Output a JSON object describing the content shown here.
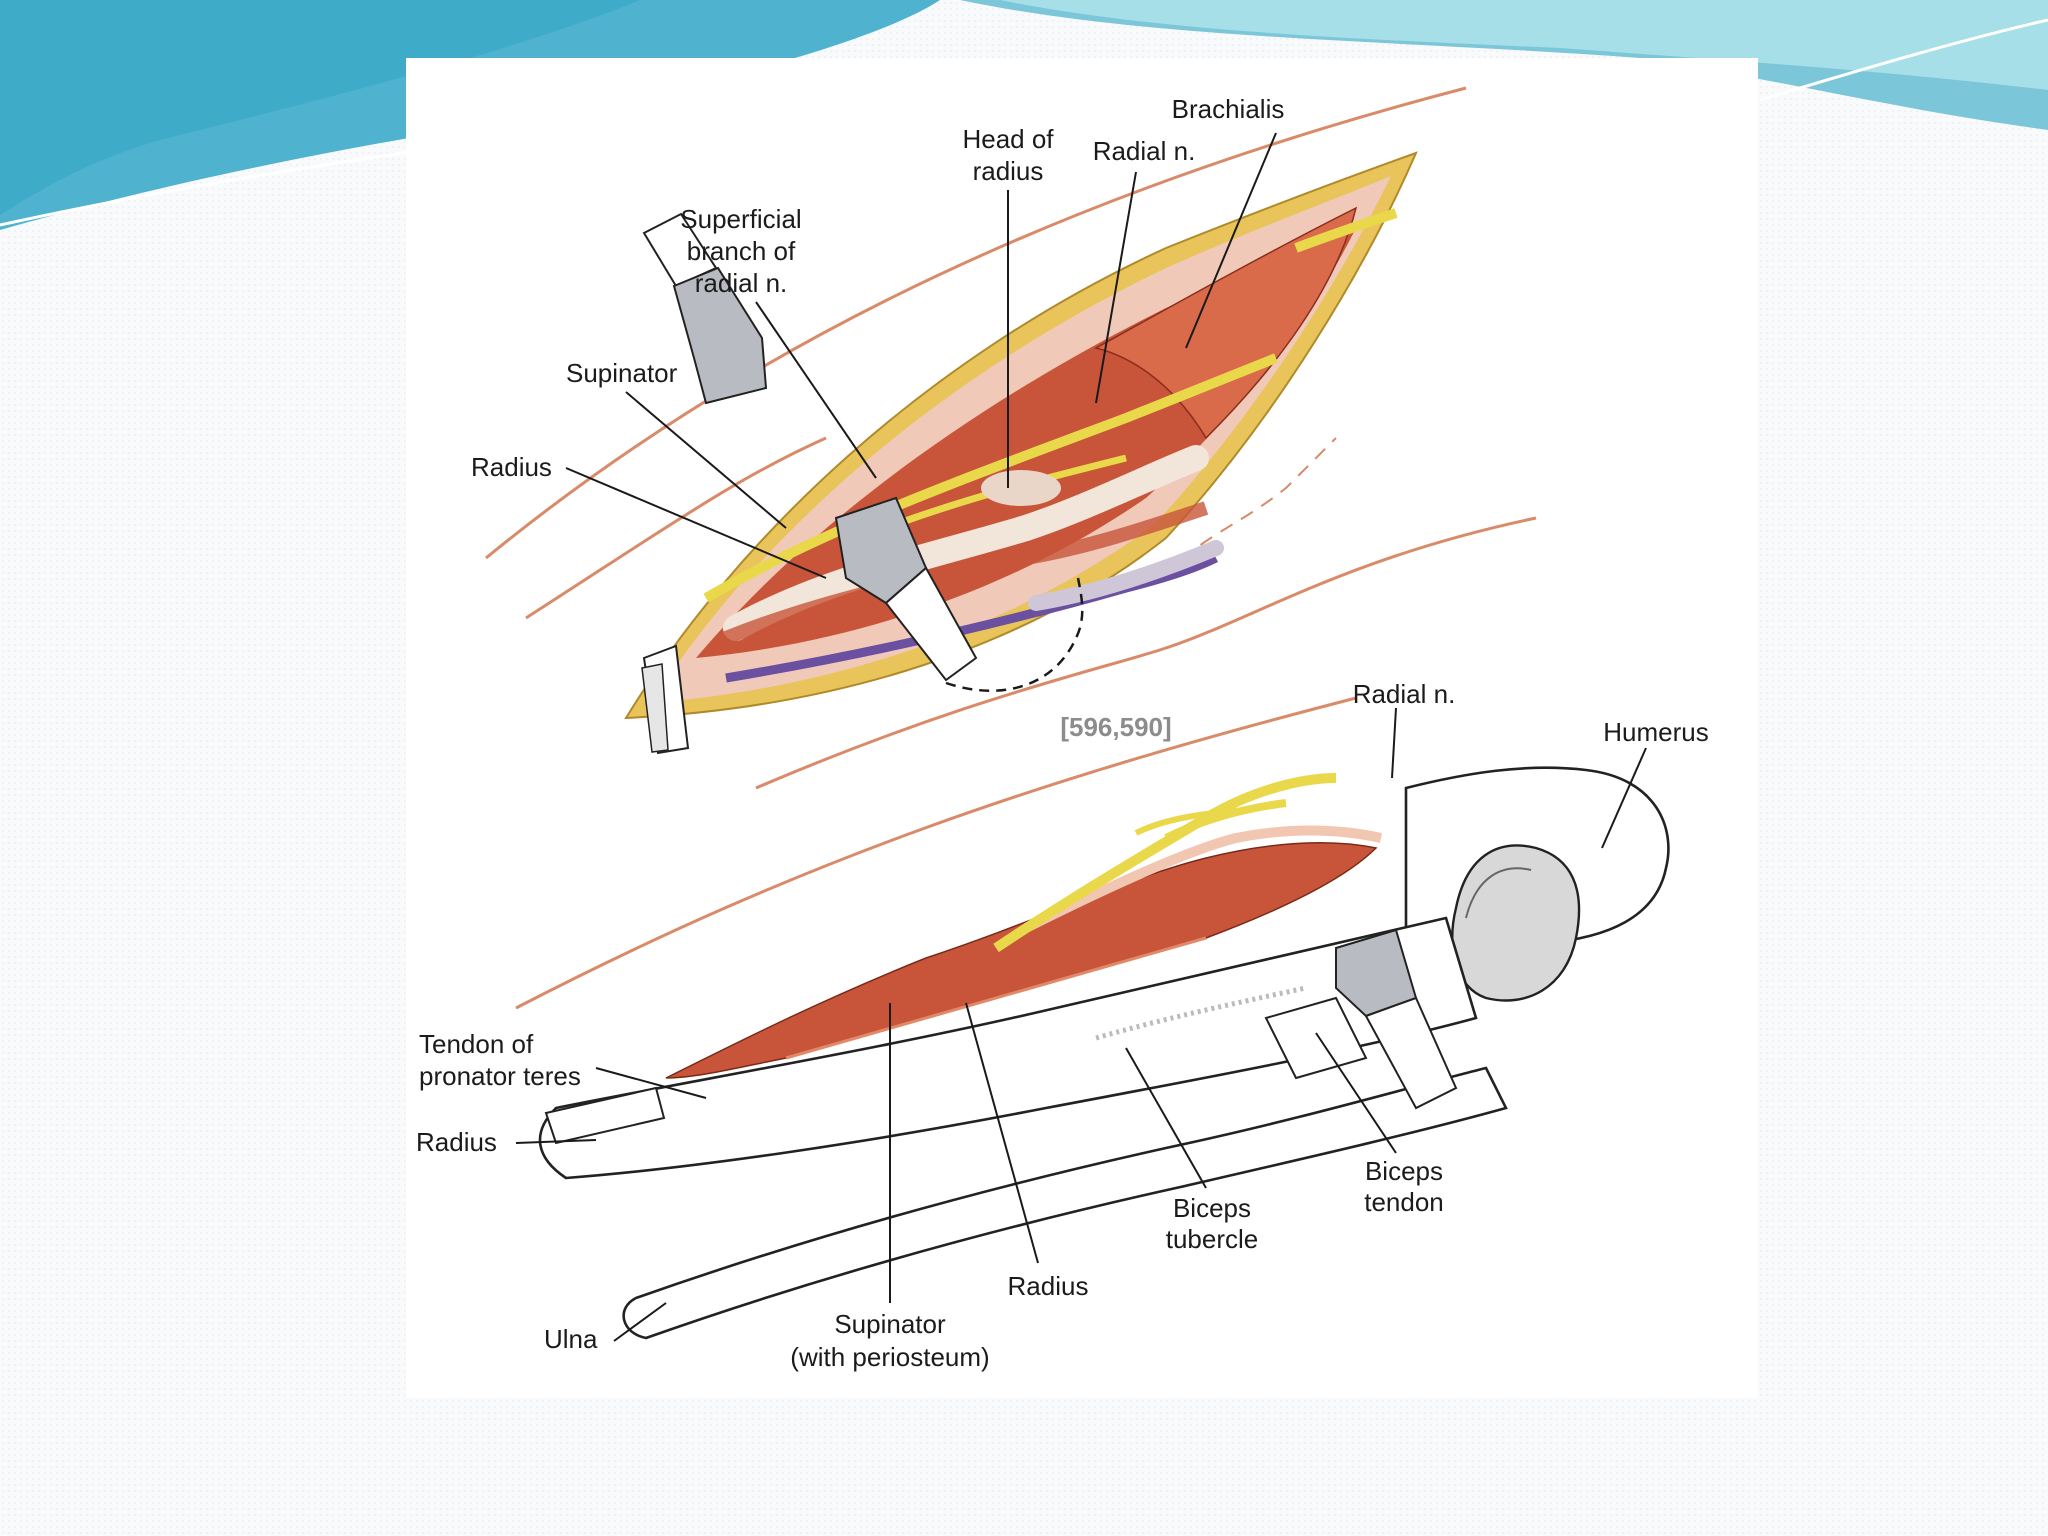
{
  "slide": {
    "colors": {
      "banner_dark": "#4fb3cf",
      "banner_light": "#9fdbe6",
      "background": "#f9fafb"
    }
  },
  "figure": {
    "reference": "[596,590]",
    "upper_labels": {
      "brachialis": "Brachialis",
      "head_of_radius": [
        "Head of",
        "radius"
      ],
      "radial_n": "Radial n.",
      "superficial_branch": [
        "Superficial",
        "branch of",
        "radial n."
      ],
      "supinator": "Supinator",
      "radius": "Radius"
    },
    "lower_labels": {
      "radial_n": "Radial n.",
      "humerus": "Humerus",
      "tendon_pronator_teres": [
        "Tendon of",
        "pronator teres"
      ],
      "radius_left": "Radius",
      "ulna": "Ulna",
      "supinator_periosteum": [
        "Supinator",
        "(with periosteum)"
      ],
      "radius_bottom": "Radius",
      "biceps_tubercle": [
        "Biceps",
        "tubercle"
      ],
      "biceps_tendon": [
        "Biceps",
        "tendon"
      ]
    },
    "colors": {
      "muscle": "#c8553a",
      "muscle_light": "#e08a6a",
      "nerve": "#e8d84a",
      "fat": "#e9c45a",
      "vein": "#6b4fa0",
      "retractor": "#b8bcc2",
      "skin_line": "#d98a68"
    }
  }
}
